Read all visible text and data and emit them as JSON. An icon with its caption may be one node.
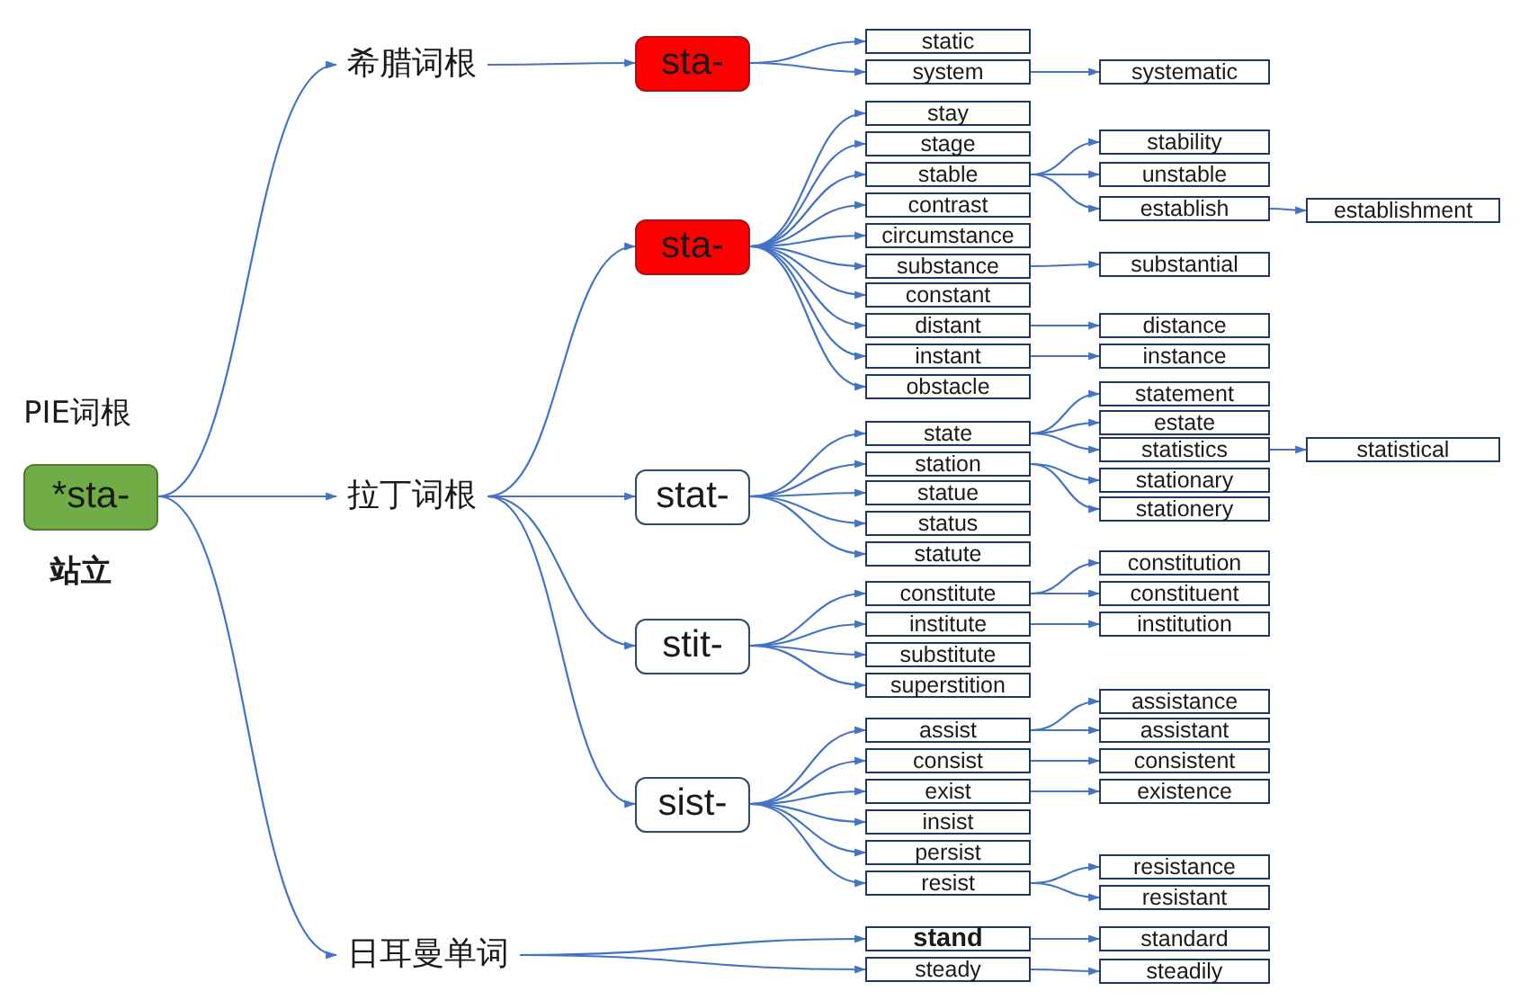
{
  "diagram": {
    "nodes": [
      {
        "text": [
          "PIE词根",
          "*sta-"
        ],
        "beside": [
          "站立"
        ]
      },
      {
        "text": [
          "希腊词根"
        ]
      },
      {
        "text": [
          "拉丁词根"
        ]
      },
      {
        "text": [
          "日耳曼单词"
        ]
      },
      {
        "text": [
          "sta-"
        ]
      },
      {
        "text": [
          "sta-"
        ]
      },
      {
        "text": [
          "stat-"
        ]
      },
      {
        "text": [
          "stit-"
        ]
      },
      {
        "text": [
          "sist-"
        ]
      },
      {
        "text": [
          "static"
        ]
      },
      {
        "text": [
          "system"
        ]
      },
      {
        "text": [
          "stay"
        ]
      },
      {
        "text": [
          "stage"
        ]
      },
      {
        "text": [
          "stable"
        ]
      },
      {
        "text": [
          "contrast"
        ]
      },
      {
        "text": [
          "circumstance"
        ]
      },
      {
        "text": [
          "substance"
        ]
      },
      {
        "text": [
          "constant"
        ]
      },
      {
        "text": [
          "distant"
        ]
      },
      {
        "text": [
          "instant"
        ]
      },
      {
        "text": [
          "obstacle"
        ]
      },
      {
        "text": [
          "state"
        ]
      },
      {
        "text": [
          "station"
        ]
      },
      {
        "text": [
          "statue"
        ]
      },
      {
        "text": [
          "status"
        ]
      },
      {
        "text": [
          "statute"
        ]
      },
      {
        "text": [
          "constitute"
        ]
      },
      {
        "text": [
          "institute"
        ]
      },
      {
        "text": [
          "substitute"
        ]
      },
      {
        "text": [
          "superstition"
        ]
      },
      {
        "text": [
          "assist"
        ]
      },
      {
        "text": [
          "consist"
        ]
      },
      {
        "text": [
          "exist"
        ]
      },
      {
        "text": [
          "insist"
        ]
      },
      {
        "text": [
          "persist"
        ]
      },
      {
        "text": [
          "resist"
        ]
      },
      {
        "text": [
          "stand"
        ]
      },
      {
        "text": [
          "steady"
        ]
      },
      {
        "text": [
          "systematic"
        ]
      },
      {
        "text": [
          "stability"
        ]
      },
      {
        "text": [
          "unstable"
        ]
      },
      {
        "text": [
          "establish"
        ]
      },
      {
        "text": [
          "substantial"
        ]
      },
      {
        "text": [
          "distance"
        ]
      },
      {
        "text": [
          "instance"
        ]
      },
      {
        "text": [
          "statement"
        ]
      },
      {
        "text": [
          "estate"
        ]
      },
      {
        "text": [
          "statistics"
        ]
      },
      {
        "text": [
          "stationary"
        ]
      },
      {
        "text": [
          "stationery"
        ]
      },
      {
        "text": [
          "constitution"
        ]
      },
      {
        "text": [
          "constituent"
        ]
      },
      {
        "text": [
          "institution"
        ]
      },
      {
        "text": [
          "assistance"
        ]
      },
      {
        "text": [
          "assistant"
        ]
      },
      {
        "text": [
          "consistent"
        ]
      },
      {
        "text": [
          "existence"
        ]
      },
      {
        "text": [
          "resistance"
        ]
      },
      {
        "text": [
          "resistant"
        ]
      },
      {
        "text": [
          "standard"
        ]
      },
      {
        "text": [
          "steadily"
        ]
      },
      {
        "text": [
          "establishment"
        ]
      },
      {
        "text": [
          "statistical"
        ]
      }
    ],
    "edges": [
      {
        "from": 0,
        "to": 1,
        "arrow": "to"
      },
      {
        "from": 0,
        "to": 2,
        "arrow": "to"
      },
      {
        "from": 0,
        "to": 3,
        "arrow": "to"
      },
      {
        "from": 1,
        "to": 4,
        "arrow": "to"
      },
      {
        "from": 2,
        "to": 5,
        "arrow": "to"
      },
      {
        "from": 2,
        "to": 6,
        "arrow": "to"
      },
      {
        "from": 2,
        "to": 7,
        "arrow": "to"
      },
      {
        "from": 2,
        "to": 8,
        "arrow": "to"
      },
      {
        "from": 4,
        "to": 9,
        "arrow": "to"
      },
      {
        "from": 4,
        "to": 10,
        "arrow": "to"
      },
      {
        "from": 10,
        "to": 38,
        "arrow": "to"
      },
      {
        "from": 5,
        "to": 11,
        "arrow": "to"
      },
      {
        "from": 5,
        "to": 12,
        "arrow": "to"
      },
      {
        "from": 5,
        "to": 13,
        "arrow": "to"
      },
      {
        "from": 5,
        "to": 14,
        "arrow": "to"
      },
      {
        "from": 5,
        "to": 15,
        "arrow": "to"
      },
      {
        "from": 5,
        "to": 16,
        "arrow": "to"
      },
      {
        "from": 5,
        "to": 17,
        "arrow": "to"
      },
      {
        "from": 5,
        "to": 18,
        "arrow": "to"
      },
      {
        "from": 5,
        "to": 19,
        "arrow": "to"
      },
      {
        "from": 5,
        "to": 20,
        "arrow": "to"
      },
      {
        "from": 13,
        "to": 39,
        "arrow": "to"
      },
      {
        "from": 13,
        "to": 40,
        "arrow": "to"
      },
      {
        "from": 13,
        "to": 41,
        "arrow": "to"
      },
      {
        "from": 41,
        "to": 61,
        "arrow": "to"
      },
      {
        "from": 16,
        "to": 42,
        "arrow": "to"
      },
      {
        "from": 18,
        "to": 43,
        "arrow": "to"
      },
      {
        "from": 19,
        "to": 44,
        "arrow": "to"
      },
      {
        "from": 6,
        "to": 21,
        "arrow": "to"
      },
      {
        "from": 6,
        "to": 22,
        "arrow": "to"
      },
      {
        "from": 6,
        "to": 23,
        "arrow": "to"
      },
      {
        "from": 6,
        "to": 24,
        "arrow": "to"
      },
      {
        "from": 6,
        "to": 25,
        "arrow": "to"
      },
      {
        "from": 21,
        "to": 45,
        "arrow": "to"
      },
      {
        "from": 21,
        "to": 46,
        "arrow": "to"
      },
      {
        "from": 21,
        "to": 47,
        "arrow": "to"
      },
      {
        "from": 47,
        "to": 62,
        "arrow": "to"
      },
      {
        "from": 22,
        "to": 48,
        "arrow": "to"
      },
      {
        "from": 22,
        "to": 49,
        "arrow": "to"
      },
      {
        "from": 7,
        "to": 26,
        "arrow": "to"
      },
      {
        "from": 7,
        "to": 27,
        "arrow": "to"
      },
      {
        "from": 7,
        "to": 28,
        "arrow": "to"
      },
      {
        "from": 7,
        "to": 29,
        "arrow": "to"
      },
      {
        "from": 26,
        "to": 50,
        "arrow": "to"
      },
      {
        "from": 26,
        "to": 51,
        "arrow": "to"
      },
      {
        "from": 27,
        "to": 52,
        "arrow": "to"
      },
      {
        "from": 8,
        "to": 30,
        "arrow": "to"
      },
      {
        "from": 8,
        "to": 31,
        "arrow": "to"
      },
      {
        "from": 8,
        "to": 32,
        "arrow": "to"
      },
      {
        "from": 8,
        "to": 33,
        "arrow": "to"
      },
      {
        "from": 8,
        "to": 34,
        "arrow": "to"
      },
      {
        "from": 8,
        "to": 35,
        "arrow": "to"
      },
      {
        "from": 30,
        "to": 53,
        "arrow": "to"
      },
      {
        "from": 30,
        "to": 54,
        "arrow": "to"
      },
      {
        "from": 31,
        "to": 55,
        "arrow": "to"
      },
      {
        "from": 32,
        "to": 56,
        "arrow": "to"
      },
      {
        "from": 35,
        "to": 57,
        "arrow": "to"
      },
      {
        "from": 35,
        "to": 58,
        "arrow": "to"
      },
      {
        "from": 3,
        "to": 36,
        "arrow": "to"
      },
      {
        "from": 3,
        "to": 37,
        "arrow": "to"
      },
      {
        "from": 36,
        "to": 59,
        "arrow": "to"
      },
      {
        "from": 37,
        "to": 60,
        "arrow": "to"
      }
    ]
  }
}
